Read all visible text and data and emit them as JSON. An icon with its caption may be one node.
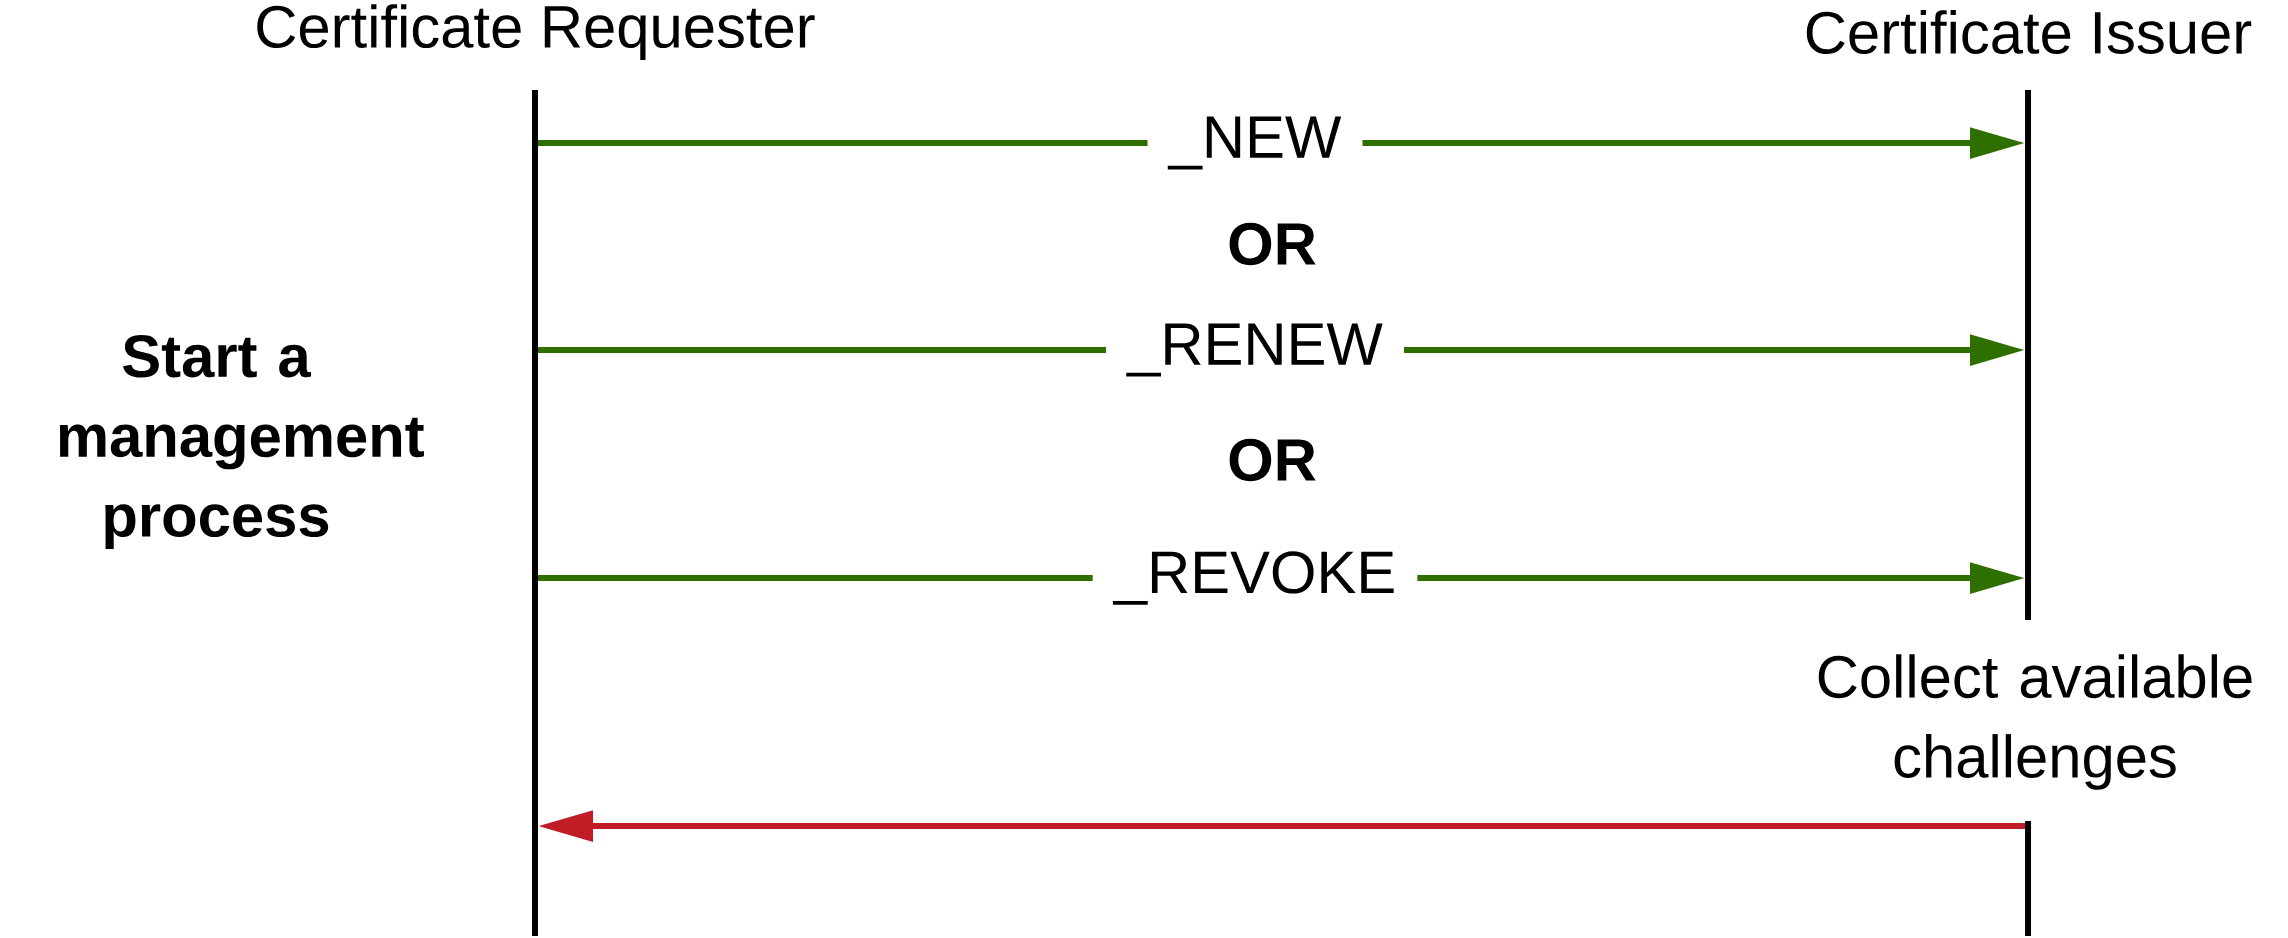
{
  "diagram": {
    "nodes": [
      {
        "text": [
          "Certificate Requester"
        ]
      },
      {
        "text": [
          "Certificate Issuer"
        ]
      }
    ],
    "edges": [
      {
        "from": 0,
        "to": 1,
        "arrow": "to",
        "label": "_NEW"
      },
      {
        "from": 0,
        "to": 1,
        "arrow": "to",
        "label": "_RENEW"
      },
      {
        "from": 0,
        "to": 1,
        "arrow": "to",
        "label": "_REVOKE"
      },
      {
        "from": 1,
        "to": 0,
        "arrow": "to",
        "color": "#c01d26"
      }
    ],
    "labels": [
      "OR",
      "OR",
      "Start a management process",
      "Collect available challenges"
    ]
  }
}
